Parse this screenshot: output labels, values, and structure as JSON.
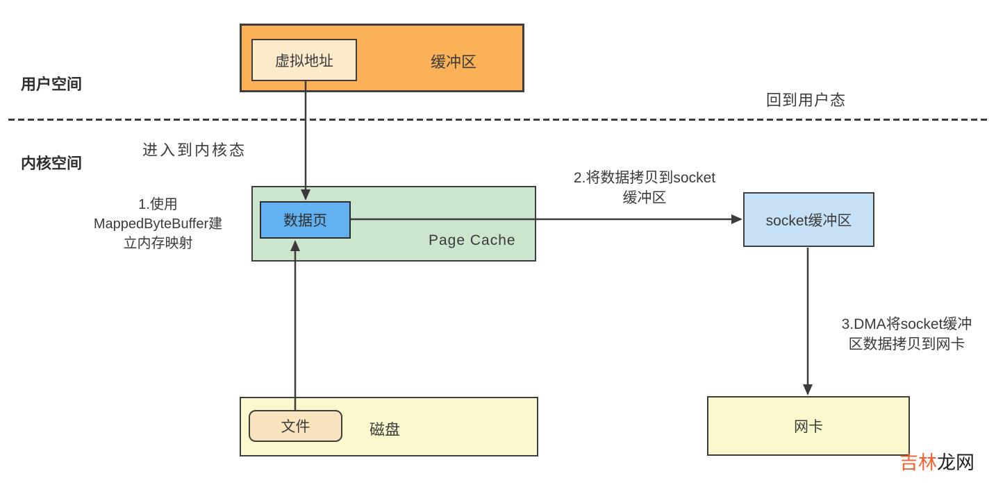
{
  "regions": {
    "user_space_label": "用户空间",
    "kernel_space_label": "内核空间",
    "enter_kernel_label": "进入到内核态",
    "return_user_label": "回到用户态"
  },
  "user_buffer": {
    "label": "缓冲区",
    "inner_label": "虚拟地址",
    "fill": "#FBB157",
    "inner_fill": "#FCEACB"
  },
  "page_cache": {
    "label": "Page Cache",
    "inner_label": "数据页",
    "fill": "#CCE6CD",
    "inner_fill": "#62B2F2"
  },
  "socket_buffer": {
    "label": "socket缓冲区",
    "fill": "#C6E1F6"
  },
  "disk": {
    "label": "磁盘",
    "inner_label": "文件",
    "fill": "#FBF8CD",
    "inner_fill": "#FAE3BF"
  },
  "nic": {
    "label": "网卡",
    "fill": "#FBF8CD"
  },
  "annotations": {
    "step1": {
      "lines": [
        "1.使用",
        "MappedByteBuffer建",
        "立内存映射"
      ]
    },
    "step2": {
      "lines": [
        "2.将数据拷贝到socket",
        "缓冲区"
      ]
    },
    "step3": {
      "lines": [
        "3.DMA将socket缓冲",
        "区数据拷贝到网卡"
      ]
    }
  },
  "watermark": {
    "part1": "吉林",
    "part2": "龙网",
    "part1_color": "#F4612E"
  },
  "line_color": "#3b3b3b"
}
